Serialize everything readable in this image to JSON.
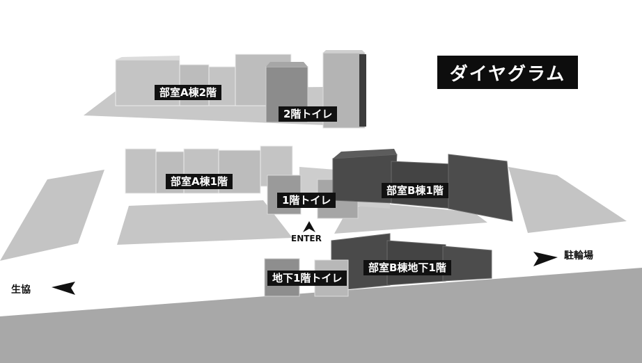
{
  "title": "ダイヤグラム",
  "labels": {
    "a2": "部室A棟2階",
    "toilet2": "2階トイレ",
    "a1": "部室A棟1階",
    "toilet1": "1階トイレ",
    "b1": "部室B棟1階",
    "enter": "ENTER",
    "bb1": "部室B棟地下1階",
    "toiletb1": "地下1階トイレ",
    "bike": "駐輪場",
    "coop": "生協"
  },
  "colors": {
    "ground": "#c8c8c8",
    "road": "#a8a8a8",
    "building_light": "#c2c2c2",
    "building_mid": "#9a9a9a",
    "building_dark": "#464646",
    "label_bg": "#111111"
  },
  "icons": {
    "enter": "arrow-up-icon",
    "bike": "arrow-right-icon",
    "coop": "arrow-left-icon"
  }
}
